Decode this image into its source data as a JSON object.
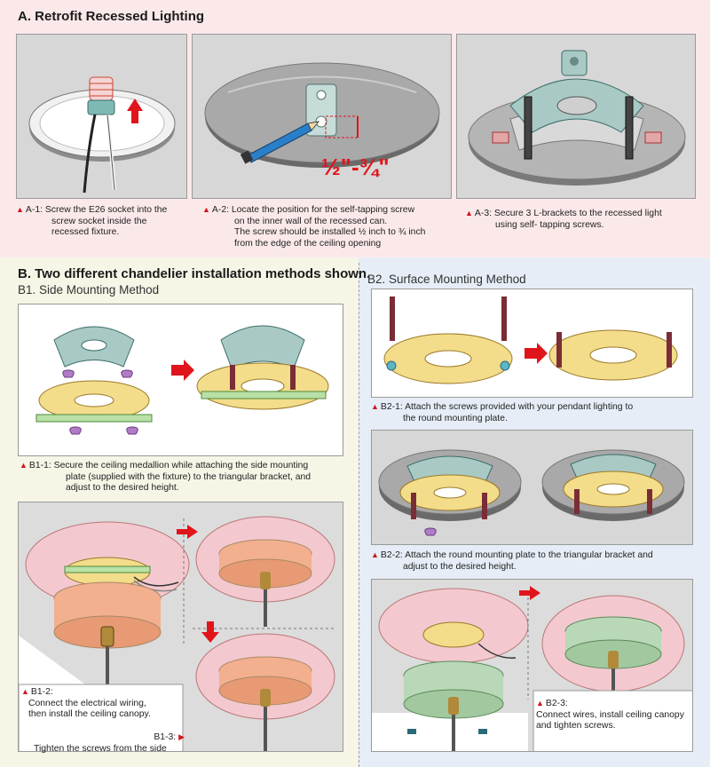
{
  "sectionA": {
    "title": "A. Retrofit Recessed Lighting",
    "steps": [
      {
        "code": "A-1:",
        "lines": [
          "Screw the E26 socket into the",
          "screw socket inside the",
          "recessed fixture."
        ]
      },
      {
        "code": "A-2:",
        "lines": [
          "Locate the position for the self-tapping screw",
          "on the inner wall of the recessed can.",
          "The screw should be installed ½ inch to ¾ inch",
          "from the edge of the ceiling opening"
        ]
      },
      {
        "code": "A-3:",
        "lines": [
          "Secure 3 L-brackets to the recessed light",
          "using self- tapping screws."
        ]
      }
    ],
    "measurement": "½\"-¾\""
  },
  "sectionB": {
    "title": "B. Two different chandelier installation methods shown.",
    "b1": {
      "subtitle": "B1. Side Mounting Method",
      "steps": [
        {
          "code": "B1-1:",
          "lines": [
            "Secure the ceiling medallion while attaching the side mounting",
            "plate (supplied with the fixture) to the triangular bracket, and",
            "adjust to the desired height."
          ]
        },
        {
          "code": "B1-2:",
          "lines": [
            "Connect the electrical wiring,",
            "then install the ceiling canopy."
          ]
        },
        {
          "code": "B1-3:",
          "lines": [
            "Tighten the screws from the side"
          ]
        }
      ]
    },
    "b2": {
      "subtitle": "B2. Surface Mounting Method",
      "steps": [
        {
          "code": "B2-1:",
          "lines": [
            "Attach the screws provided with your pendant lighting to",
            "the round mounting plate."
          ]
        },
        {
          "code": "B2-2:",
          "lines": [
            "Attach the round mounting plate to the triangular bracket and",
            "adjust to the desired height."
          ]
        },
        {
          "code": "B2-3:",
          "lines": [
            "Connect wires, install ceiling canopy",
            "and tighten screws."
          ]
        }
      ]
    }
  },
  "colors": {
    "accent_red": "#e0151b",
    "section_a_bg": "#fbe9ea",
    "section_b1_bg": "#f6f5e6",
    "section_b2_bg": "#e6edf6",
    "plate_yellow": "#f3dc8a",
    "bracket_teal": "#a9c9c4",
    "canopy_orange": "#f2b08f",
    "canopy_green": "#b9d8b7",
    "screw_maroon": "#7a2d36",
    "wing_purple": "#b07cc6"
  },
  "icons": [
    "arrow-up-icon",
    "arrow-right-icon",
    "arrow-down-icon",
    "red-triangle-marker-icon",
    "pencil-icon",
    "e26-socket-icon",
    "screw-icon",
    "wing-nut-icon"
  ]
}
